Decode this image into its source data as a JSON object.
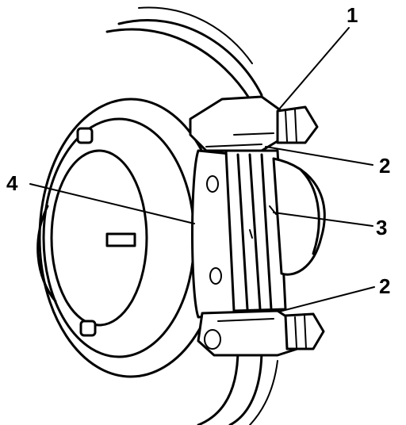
{
  "labels": {
    "caliper_bolt": "1",
    "upper_clip": "2",
    "pads": "3",
    "bracket": "4",
    "lower_clip": "2"
  }
}
